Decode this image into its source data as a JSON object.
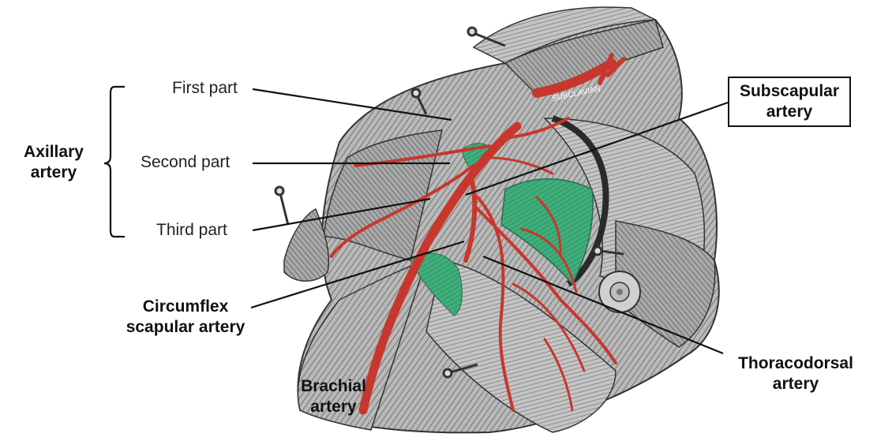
{
  "labels": {
    "axillary_artery": [
      "Axillary",
      "artery"
    ],
    "first_part": "First part",
    "second_part": "Second part",
    "third_part": "Third part",
    "subscapular_artery": [
      "Subscapular",
      "artery"
    ],
    "circumflex_scapular_artery": [
      "Circumflex",
      "scapular artery"
    ],
    "brachial_artery": [
      "Brachial",
      "artery"
    ],
    "thoracodorsal_artery": [
      "Thoracodorsal",
      "artery"
    ],
    "vessel_inscription": "SUBCLAVIAN"
  },
  "colors": {
    "artery": "#c8372d",
    "muscle_highlight": "#3fae7a",
    "muscle_gray": "#8c8c8c",
    "leader_line": "#111111"
  }
}
